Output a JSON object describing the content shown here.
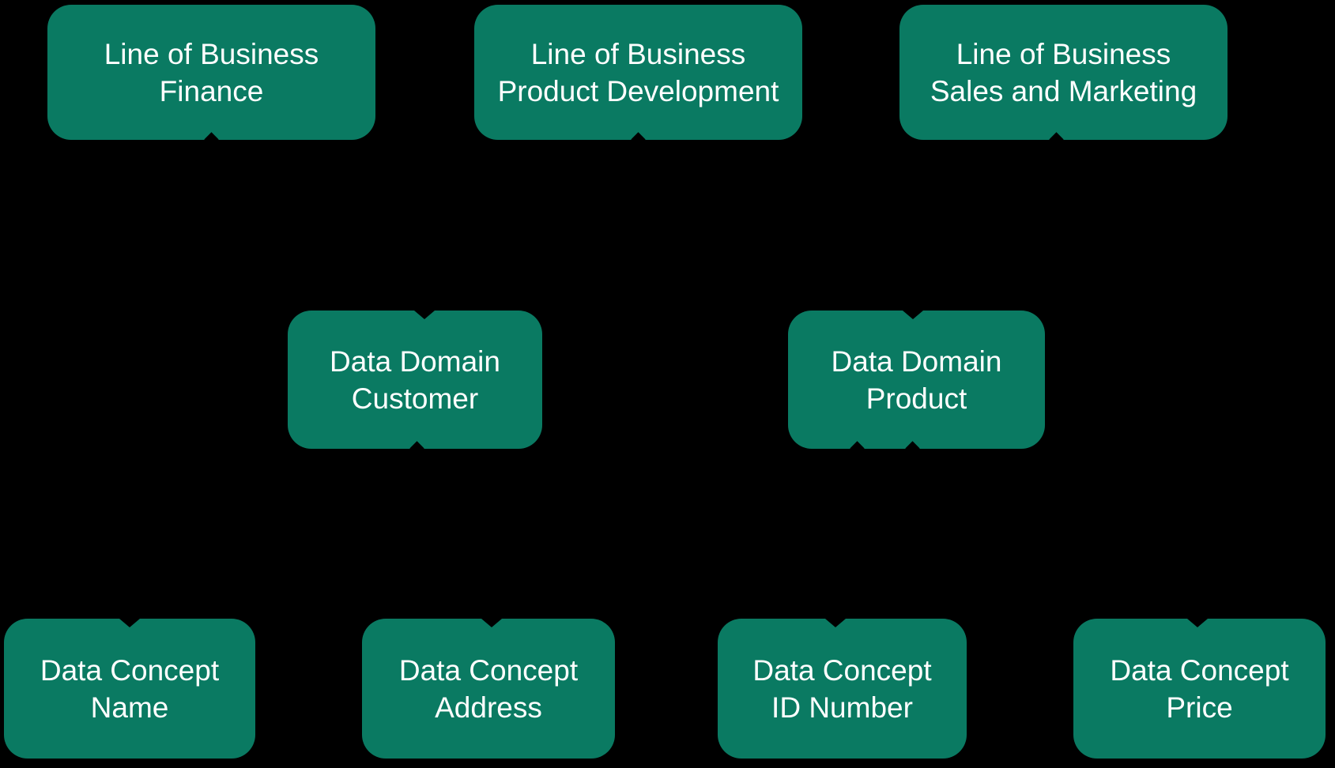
{
  "colors": {
    "background": "#000000",
    "node_fill": "#0A7A62",
    "node_text": "#FFFFFF"
  },
  "nodes": [
    {
      "id": "lob-finance",
      "line1": "Line of Business",
      "line2": "Finance"
    },
    {
      "id": "lob-product-development",
      "line1": "Line of Business",
      "line2": "Product Development"
    },
    {
      "id": "lob-sales-and-marketing",
      "line1": "Line of Business",
      "line2": "Sales and Marketing"
    },
    {
      "id": "data-domain-customer",
      "line1": "Data Domain",
      "line2": "Customer"
    },
    {
      "id": "data-domain-product",
      "line1": "Data Domain",
      "line2": "Product"
    },
    {
      "id": "data-concept-name",
      "line1": "Data Concept",
      "line2": "Name"
    },
    {
      "id": "data-concept-address",
      "line1": "Data Concept",
      "line2": "Address"
    },
    {
      "id": "data-concept-id-number",
      "line1": "Data Concept",
      "line2": "ID Number"
    },
    {
      "id": "data-concept-price",
      "line1": "Data Concept",
      "line2": "Price"
    }
  ]
}
